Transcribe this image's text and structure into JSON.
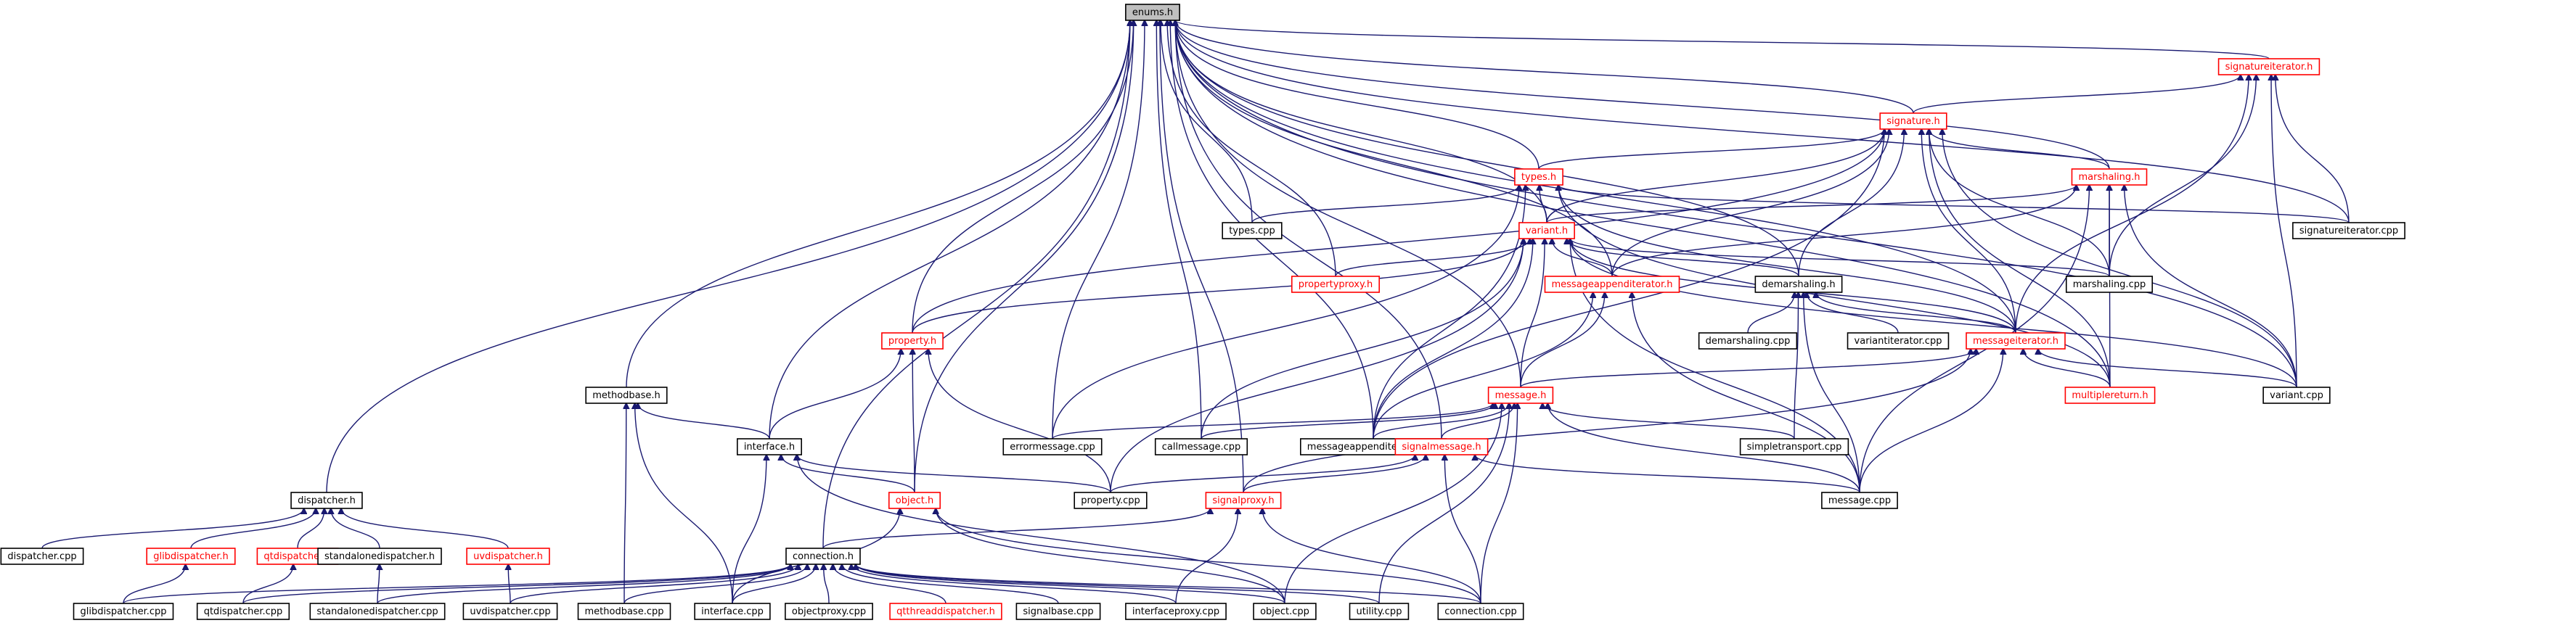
{
  "diagram": {
    "nodes": [
      {
        "id": "enums",
        "label": "enums.h",
        "style": "root"
      },
      {
        "id": "signatureiterator_h",
        "label": "signatureiterator.h",
        "style": "red"
      },
      {
        "id": "signature_h",
        "label": "signature.h",
        "style": "red"
      },
      {
        "id": "types_h",
        "label": "types.h",
        "style": "red"
      },
      {
        "id": "marshaling_h",
        "label": "marshaling.h",
        "style": "red"
      },
      {
        "id": "types_cpp",
        "label": "types.cpp",
        "style": "black"
      },
      {
        "id": "variant_h",
        "label": "variant.h",
        "style": "red"
      },
      {
        "id": "signatureiterator_cpp",
        "label": "signatureiterator.cpp",
        "style": "black"
      },
      {
        "id": "propertyproxy_h",
        "label": "propertyproxy.h",
        "style": "red"
      },
      {
        "id": "messageappenditerator_h",
        "label": "messageappenditerator.h",
        "style": "red"
      },
      {
        "id": "demarshaling_h",
        "label": "demarshaling.h",
        "style": "black"
      },
      {
        "id": "marshaling_cpp",
        "label": "marshaling.cpp",
        "style": "black"
      },
      {
        "id": "property_h",
        "label": "property.h",
        "style": "red"
      },
      {
        "id": "demarshaling_cpp",
        "label": "demarshaling.cpp",
        "style": "black"
      },
      {
        "id": "variantiterator_cpp",
        "label": "variantiterator.cpp",
        "style": "black"
      },
      {
        "id": "messageiterator_h",
        "label": "messageiterator.h",
        "style": "red"
      },
      {
        "id": "methodbase_h",
        "label": "methodbase.h",
        "style": "black"
      },
      {
        "id": "message_h",
        "label": "message.h",
        "style": "red"
      },
      {
        "id": "multiplereturn_h",
        "label": "multiplereturn.h",
        "style": "red"
      },
      {
        "id": "variant_cpp",
        "label": "variant.cpp",
        "style": "black"
      },
      {
        "id": "interface_h",
        "label": "interface.h",
        "style": "black"
      },
      {
        "id": "errormessage_cpp",
        "label": "errormessage.cpp",
        "style": "black"
      },
      {
        "id": "callmessage_cpp",
        "label": "callmessage.cpp",
        "style": "black"
      },
      {
        "id": "messageappenditerator_cpp",
        "label": "messageappenditerator.cpp",
        "style": "black"
      },
      {
        "id": "signalmessage_h",
        "label": "signalmessage.h",
        "style": "red"
      },
      {
        "id": "simpletransport_cpp",
        "label": "simpletransport.cpp",
        "style": "black"
      },
      {
        "id": "dispatcher_h",
        "label": "dispatcher.h",
        "style": "black"
      },
      {
        "id": "object_h",
        "label": "object.h",
        "style": "red"
      },
      {
        "id": "property_cpp",
        "label": "property.cpp",
        "style": "black"
      },
      {
        "id": "signalproxy_h",
        "label": "signalproxy.h",
        "style": "red"
      },
      {
        "id": "message_cpp",
        "label": "message.cpp",
        "style": "black"
      },
      {
        "id": "dispatcher_cpp",
        "label": "dispatcher.cpp",
        "style": "black"
      },
      {
        "id": "glibdispatcher_h",
        "label": "glibdispatcher.h",
        "style": "red"
      },
      {
        "id": "qtdispatcher_h",
        "label": "qtdispatcher.h",
        "style": "red"
      },
      {
        "id": "standalonedispatcher_h",
        "label": "standalonedispatcher.h",
        "style": "black"
      },
      {
        "id": "uvdispatcher_h",
        "label": "uvdispatcher.h",
        "style": "red"
      },
      {
        "id": "connection_h",
        "label": "connection.h",
        "style": "black"
      },
      {
        "id": "glibdispatcher_cpp",
        "label": "glibdispatcher.cpp",
        "style": "black"
      },
      {
        "id": "qtdispatcher_cpp",
        "label": "qtdispatcher.cpp",
        "style": "black"
      },
      {
        "id": "standalonedispatcher_cpp",
        "label": "standalonedispatcher.cpp",
        "style": "black"
      },
      {
        "id": "uvdispatcher_cpp",
        "label": "uvdispatcher.cpp",
        "style": "black"
      },
      {
        "id": "methodbase_cpp",
        "label": "methodbase.cpp",
        "style": "black"
      },
      {
        "id": "interface_cpp",
        "label": "interface.cpp",
        "style": "black"
      },
      {
        "id": "objectproxy_cpp",
        "label": "objectproxy.cpp",
        "style": "black"
      },
      {
        "id": "qtthreaddispatcher_h",
        "label": "qtthreaddispatcher.h",
        "style": "red"
      },
      {
        "id": "signalbase_cpp",
        "label": "signalbase.cpp",
        "style": "black"
      },
      {
        "id": "interfaceproxy_cpp",
        "label": "interfaceproxy.cpp",
        "style": "black"
      },
      {
        "id": "object_cpp",
        "label": "object.cpp",
        "style": "black"
      },
      {
        "id": "utility_cpp",
        "label": "utility.cpp",
        "style": "black"
      },
      {
        "id": "connection_cpp",
        "label": "connection.cpp",
        "style": "black"
      }
    ],
    "edges": [
      [
        "enums",
        "signatureiterator_h"
      ],
      [
        "enums",
        "signature_h"
      ],
      [
        "enums",
        "types_h"
      ],
      [
        "enums",
        "marshaling_h"
      ],
      [
        "enums",
        "types_cpp"
      ],
      [
        "enums",
        "variant_h"
      ],
      [
        "enums",
        "signatureiterator_cpp"
      ],
      [
        "enums",
        "propertyproxy_h"
      ],
      [
        "enums",
        "messageappenditerator_h"
      ],
      [
        "enums",
        "demarshaling_h"
      ],
      [
        "enums",
        "property_h"
      ],
      [
        "enums",
        "messageiterator_h"
      ],
      [
        "enums",
        "methodbase_h"
      ],
      [
        "enums",
        "message_h"
      ],
      [
        "enums",
        "multiplereturn_h"
      ],
      [
        "enums",
        "variant_cpp"
      ],
      [
        "enums",
        "interface_h"
      ],
      [
        "enums",
        "errormessage_cpp"
      ],
      [
        "enums",
        "callmessage_cpp"
      ],
      [
        "enums",
        "messageappenditerator_cpp"
      ],
      [
        "enums",
        "signalmessage_h"
      ],
      [
        "enums",
        "dispatcher_h"
      ],
      [
        "enums",
        "object_h"
      ],
      [
        "enums",
        "signalproxy_h"
      ],
      [
        "enums",
        "connection_h"
      ],
      [
        "signatureiterator_h",
        "signature_h"
      ],
      [
        "signatureiterator_h",
        "signatureiterator_cpp"
      ],
      [
        "signatureiterator_h",
        "marshaling_cpp"
      ],
      [
        "signatureiterator_h",
        "messageiterator_h"
      ],
      [
        "signatureiterator_h",
        "variant_cpp"
      ],
      [
        "signature_h",
        "types_h"
      ],
      [
        "signature_h",
        "marshaling_h"
      ],
      [
        "signature_h",
        "variant_h"
      ],
      [
        "signature_h",
        "messageappenditerator_h"
      ],
      [
        "signature_h",
        "demarshaling_h"
      ],
      [
        "signature_h",
        "marshaling_cpp"
      ],
      [
        "signature_h",
        "property_h"
      ],
      [
        "signature_h",
        "messageiterator_h"
      ],
      [
        "signature_h",
        "multiplereturn_h"
      ],
      [
        "signature_h",
        "variant_cpp"
      ],
      [
        "signature_h",
        "messageappenditerator_cpp"
      ],
      [
        "types_h",
        "types_cpp"
      ],
      [
        "types_h",
        "variant_h"
      ],
      [
        "types_h",
        "signatureiterator_cpp"
      ],
      [
        "types_h",
        "messageiterator_h"
      ],
      [
        "types_h",
        "multiplereturn_h"
      ],
      [
        "types_h",
        "errormessage_cpp"
      ],
      [
        "types_h",
        "messageappenditerator_cpp"
      ],
      [
        "marshaling_h",
        "variant_h"
      ],
      [
        "marshaling_h",
        "marshaling_cpp"
      ],
      [
        "marshaling_h",
        "messageappenditerator_h"
      ],
      [
        "marshaling_h",
        "multiplereturn_h"
      ],
      [
        "marshaling_h",
        "variant_cpp"
      ],
      [
        "marshaling_h",
        "message_cpp"
      ],
      [
        "variant_h",
        "propertyproxy_h"
      ],
      [
        "variant_h",
        "messageappenditerator_h"
      ],
      [
        "variant_h",
        "demarshaling_h"
      ],
      [
        "variant_h",
        "marshaling_cpp"
      ],
      [
        "variant_h",
        "property_h"
      ],
      [
        "variant_h",
        "messageiterator_h"
      ],
      [
        "variant_h",
        "variant_cpp"
      ],
      [
        "variant_h",
        "message_h"
      ],
      [
        "variant_h",
        "callmessage_cpp"
      ],
      [
        "variant_h",
        "messageappenditerator_cpp"
      ],
      [
        "variant_h",
        "property_cpp"
      ],
      [
        "variant_h",
        "message_cpp"
      ],
      [
        "messageappenditerator_h",
        "message_h"
      ],
      [
        "messageappenditerator_h",
        "messageappenditerator_cpp"
      ],
      [
        "messageappenditerator_h",
        "message_cpp"
      ],
      [
        "demarshaling_h",
        "demarshaling_cpp"
      ],
      [
        "demarshaling_h",
        "variantiterator_cpp"
      ],
      [
        "demarshaling_h",
        "messageiterator_h"
      ],
      [
        "demarshaling_h",
        "simpletransport_cpp"
      ],
      [
        "demarshaling_h",
        "message_cpp"
      ],
      [
        "property_h",
        "interface_h"
      ],
      [
        "property_h",
        "object_h"
      ],
      [
        "property_h",
        "property_cpp"
      ],
      [
        "messageiterator_h",
        "message_h"
      ],
      [
        "messageiterator_h",
        "multiplereturn_h"
      ],
      [
        "messageiterator_h",
        "variant_cpp"
      ],
      [
        "messageiterator_h",
        "signalproxy_h"
      ],
      [
        "messageiterator_h",
        "message_cpp"
      ],
      [
        "methodbase_h",
        "interface_h"
      ],
      [
        "methodbase_h",
        "methodbase_cpp"
      ],
      [
        "methodbase_h",
        "interface_cpp"
      ],
      [
        "message_h",
        "errormessage_cpp"
      ],
      [
        "message_h",
        "callmessage_cpp"
      ],
      [
        "message_h",
        "messageappenditerator_cpp"
      ],
      [
        "message_h",
        "signalmessage_h"
      ],
      [
        "message_h",
        "simpletransport_cpp"
      ],
      [
        "message_h",
        "message_cpp"
      ],
      [
        "message_h",
        "object_cpp"
      ],
      [
        "message_h",
        "utility_cpp"
      ],
      [
        "message_h",
        "connection_cpp"
      ],
      [
        "interface_h",
        "object_h"
      ],
      [
        "interface_h",
        "property_cpp"
      ],
      [
        "interface_h",
        "interface_cpp"
      ],
      [
        "interface_h",
        "object_cpp"
      ],
      [
        "signalmessage_h",
        "signalproxy_h"
      ],
      [
        "signalmessage_h",
        "property_cpp"
      ],
      [
        "signalmessage_h",
        "message_cpp"
      ],
      [
        "signalmessage_h",
        "connection_cpp"
      ],
      [
        "dispatcher_h",
        "dispatcher_cpp"
      ],
      [
        "dispatcher_h",
        "glibdispatcher_h"
      ],
      [
        "dispatcher_h",
        "qtdispatcher_h"
      ],
      [
        "dispatcher_h",
        "standalonedispatcher_h"
      ],
      [
        "dispatcher_h",
        "uvdispatcher_h"
      ],
      [
        "object_h",
        "interface_cpp"
      ],
      [
        "object_h",
        "object_cpp"
      ],
      [
        "object_h",
        "connection_cpp"
      ],
      [
        "signalproxy_h",
        "connection_h"
      ],
      [
        "signalproxy_h",
        "interfaceproxy_cpp"
      ],
      [
        "signalproxy_h",
        "connection_cpp"
      ],
      [
        "glibdispatcher_h",
        "glibdispatcher_cpp"
      ],
      [
        "qtdispatcher_h",
        "qtdispatcher_cpp"
      ],
      [
        "standalonedispatcher_h",
        "standalonedispatcher_cpp"
      ],
      [
        "uvdispatcher_h",
        "uvdispatcher_cpp"
      ],
      [
        "connection_h",
        "glibdispatcher_cpp"
      ],
      [
        "connection_h",
        "qtdispatcher_cpp"
      ],
      [
        "connection_h",
        "standalonedispatcher_cpp"
      ],
      [
        "connection_h",
        "uvdispatcher_cpp"
      ],
      [
        "connection_h",
        "methodbase_cpp"
      ],
      [
        "connection_h",
        "interface_cpp"
      ],
      [
        "connection_h",
        "objectproxy_cpp"
      ],
      [
        "connection_h",
        "qtthreaddispatcher_h"
      ],
      [
        "connection_h",
        "signalbase_cpp"
      ],
      [
        "connection_h",
        "interfaceproxy_cpp"
      ],
      [
        "connection_h",
        "object_cpp"
      ],
      [
        "connection_h",
        "utility_cpp"
      ],
      [
        "connection_h",
        "connection_cpp"
      ]
    ]
  },
  "colors": {
    "edge": "#191970",
    "red_node": "#ff0000",
    "root_fill": "#bfbfbf"
  }
}
